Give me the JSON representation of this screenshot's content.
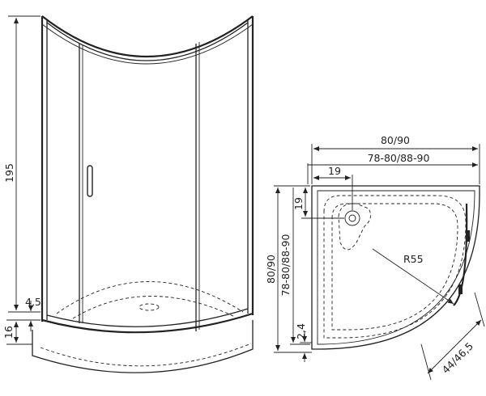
{
  "front_view": {
    "height_total": "195",
    "profile_gap": "4,5",
    "tray_height": "16"
  },
  "plan_view": {
    "width_outer": "80/90",
    "width_inner": "78-80/88-90",
    "drain_offset_x": "19",
    "drain_offset_y": "19",
    "height_outer": "80/90",
    "height_inner": "78-80/88-90",
    "radius": "R55",
    "profile_offset": "2,4",
    "diagonal_door": "44/46,5"
  },
  "colors": {
    "ink": "#222222",
    "background": "#ffffff"
  }
}
